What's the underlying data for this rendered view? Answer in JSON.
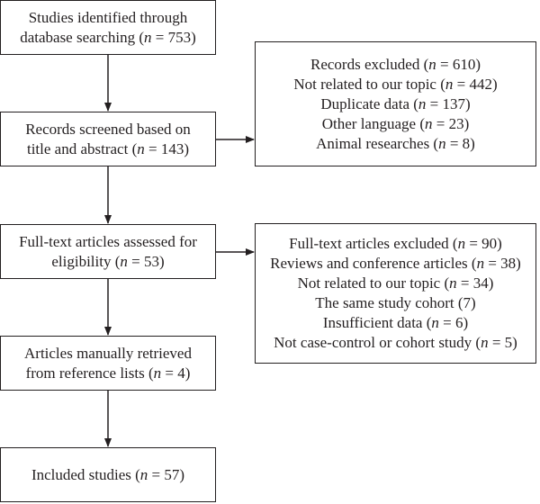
{
  "diagram": {
    "boxes": {
      "identified": {
        "lines": [
          [
            {
              "t": "Studies identified through"
            }
          ],
          [
            {
              "t": "database searching ("
            },
            {
              "t": "n",
              "i": true
            },
            {
              "t": " = 753)"
            }
          ]
        ]
      },
      "screened": {
        "lines": [
          [
            {
              "t": "Records screened based on"
            }
          ],
          [
            {
              "t": "title and abstract ("
            },
            {
              "t": "n",
              "i": true
            },
            {
              "t": " = 143)"
            }
          ]
        ]
      },
      "fulltext": {
        "lines": [
          [
            {
              "t": "Full-text articles assessed for"
            }
          ],
          [
            {
              "t": "eligibility ("
            },
            {
              "t": "n",
              "i": true
            },
            {
              "t": " = 53)"
            }
          ]
        ]
      },
      "manual": {
        "lines": [
          [
            {
              "t": "Articles manually retrieved"
            }
          ],
          [
            {
              "t": "from reference lists ("
            },
            {
              "t": "n",
              "i": true
            },
            {
              "t": " = 4)"
            }
          ]
        ]
      },
      "included": {
        "lines": [
          [
            {
              "t": "Included studies ("
            },
            {
              "t": "n",
              "i": true
            },
            {
              "t": " = 57)"
            }
          ]
        ]
      },
      "excl_records": {
        "lines": [
          [
            {
              "t": "Records excluded ("
            },
            {
              "t": "n",
              "i": true
            },
            {
              "t": " = 610)"
            }
          ],
          [
            {
              "t": "Not related to our topic ("
            },
            {
              "t": "n",
              "i": true
            },
            {
              "t": " = 442)"
            }
          ],
          [
            {
              "t": "Duplicate data ("
            },
            {
              "t": "n",
              "i": true
            },
            {
              "t": " = 137)"
            }
          ],
          [
            {
              "t": "Other language ("
            },
            {
              "t": "n",
              "i": true
            },
            {
              "t": " = 23)"
            }
          ],
          [
            {
              "t": "Animal researches ("
            },
            {
              "t": "n",
              "i": true
            },
            {
              "t": " = 8)"
            }
          ]
        ]
      },
      "excl_fulltext": {
        "lines": [
          [
            {
              "t": "Full-text articles excluded ("
            },
            {
              "t": "n",
              "i": true
            },
            {
              "t": " = 90)"
            }
          ],
          [
            {
              "t": "Reviews and conference articles ("
            },
            {
              "t": "n",
              "i": true
            },
            {
              "t": " = 38)"
            }
          ],
          [
            {
              "t": "Not related to our topic ("
            },
            {
              "t": "n",
              "i": true
            },
            {
              "t": " = 34)"
            }
          ],
          [
            {
              "t": "The same study cohort (7)"
            }
          ],
          [
            {
              "t": "Insufficient data ("
            },
            {
              "t": "n",
              "i": true
            },
            {
              "t": " = 6)"
            }
          ],
          [
            {
              "t": "Not case-control or cohort study ("
            },
            {
              "t": "n",
              "i": true
            },
            {
              "t": " = 5)"
            }
          ]
        ]
      }
    },
    "colors": {
      "stroke": "#231f20",
      "background": "#ffffff"
    }
  }
}
